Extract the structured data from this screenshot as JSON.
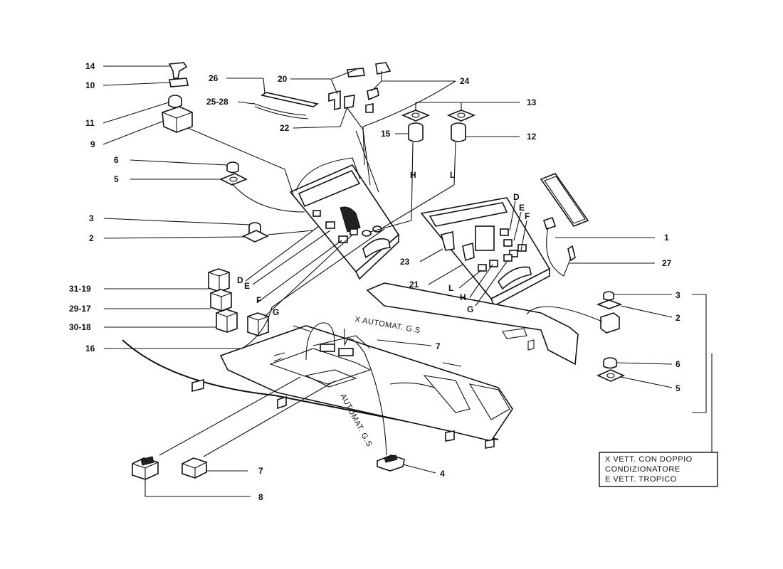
{
  "callouts": [
    "14",
    "10",
    "11",
    "9",
    "6",
    "5",
    "3",
    "2",
    "31-19",
    "29-17",
    "30-18",
    "16",
    "26",
    "25-28",
    "20",
    "22",
    "24",
    "13",
    "15",
    "12",
    "H",
    "L",
    "D",
    "E",
    "F",
    "G",
    "1",
    "27",
    "23",
    "21",
    "L",
    "H",
    "G",
    "D",
    "E",
    "F",
    "3",
    "2",
    "6",
    "5",
    "7",
    "4",
    "7",
    "8"
  ],
  "annotations": {
    "automat_top": "X AUTOMAT. G.S",
    "automat_side": "AUTOMAT. G.S"
  },
  "note_box": {
    "lines": [
      "X VETT. CON DOPPIO",
      "CONDIZIONATORE",
      "E VETT. TROPICO"
    ]
  }
}
